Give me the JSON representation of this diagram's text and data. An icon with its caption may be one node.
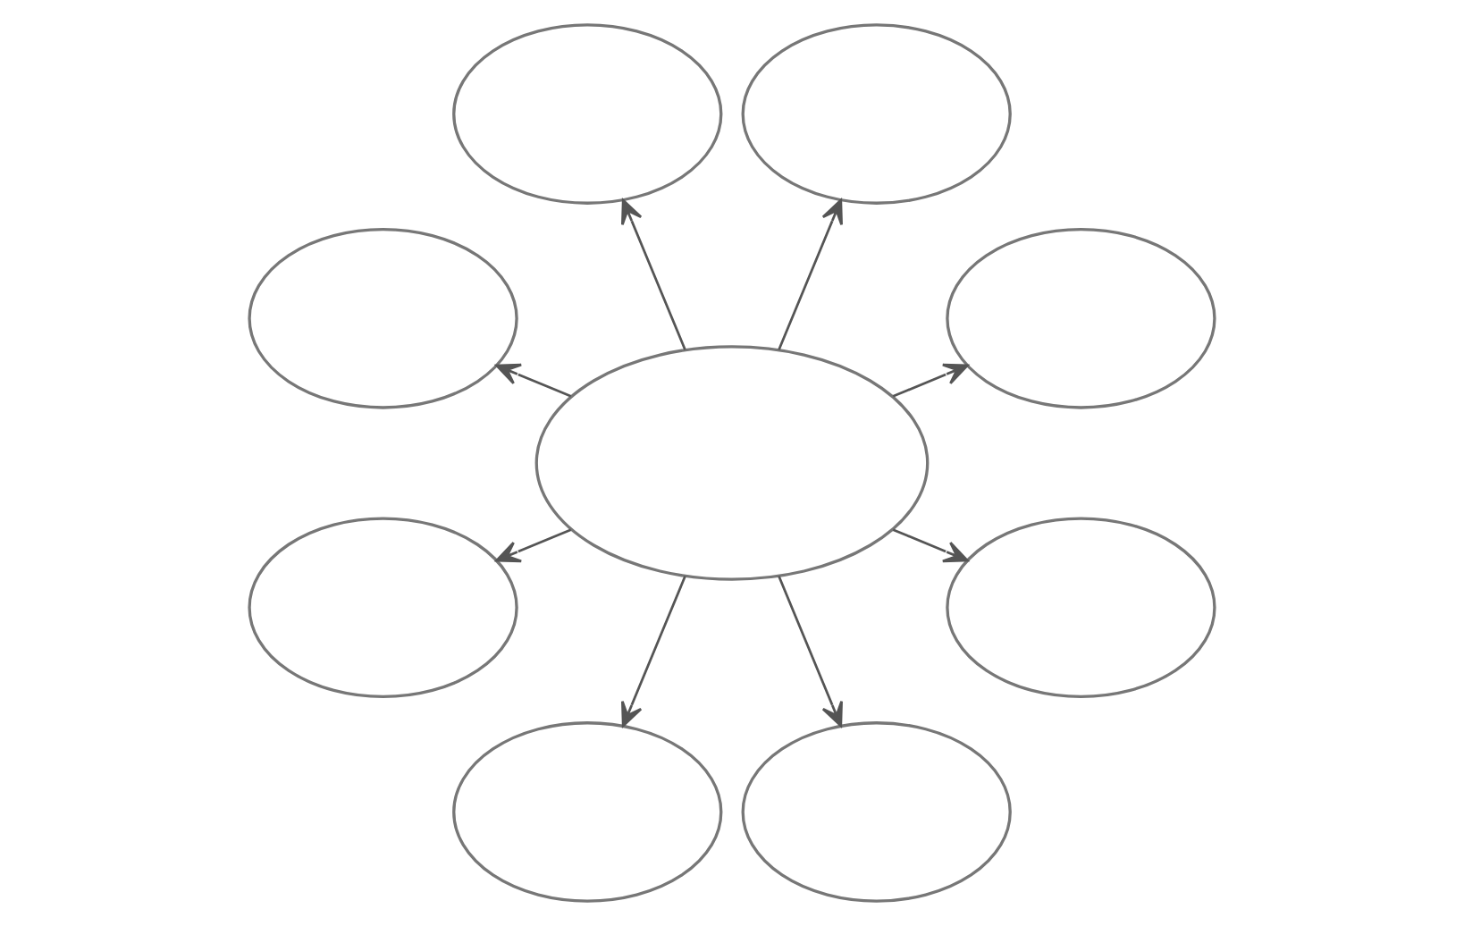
{
  "diagram": {
    "nodes": [
      {
        "text": [],
        "shape": "ellipse"
      },
      {
        "text": [],
        "shape": "ellipse"
      },
      {
        "text": [],
        "shape": "ellipse"
      },
      {
        "text": [],
        "shape": "ellipse"
      },
      {
        "text": [],
        "shape": "ellipse"
      },
      {
        "text": [],
        "shape": "ellipse"
      },
      {
        "text": [],
        "shape": "ellipse"
      },
      {
        "text": [],
        "shape": "ellipse"
      },
      {
        "text": [],
        "shape": "ellipse"
      }
    ],
    "edges": [
      {
        "from": 4,
        "to": 0,
        "arrow": "to"
      },
      {
        "from": 4,
        "to": 1,
        "arrow": "to"
      },
      {
        "from": 4,
        "to": 2,
        "arrow": "to"
      },
      {
        "from": 4,
        "to": 5,
        "arrow": "to"
      },
      {
        "from": 4,
        "to": 8,
        "arrow": "to"
      },
      {
        "from": 4,
        "to": 7,
        "arrow": "to"
      },
      {
        "from": 4,
        "to": 6,
        "arrow": "to"
      },
      {
        "from": 4,
        "to": 3,
        "arrow": "to"
      }
    ]
  }
}
